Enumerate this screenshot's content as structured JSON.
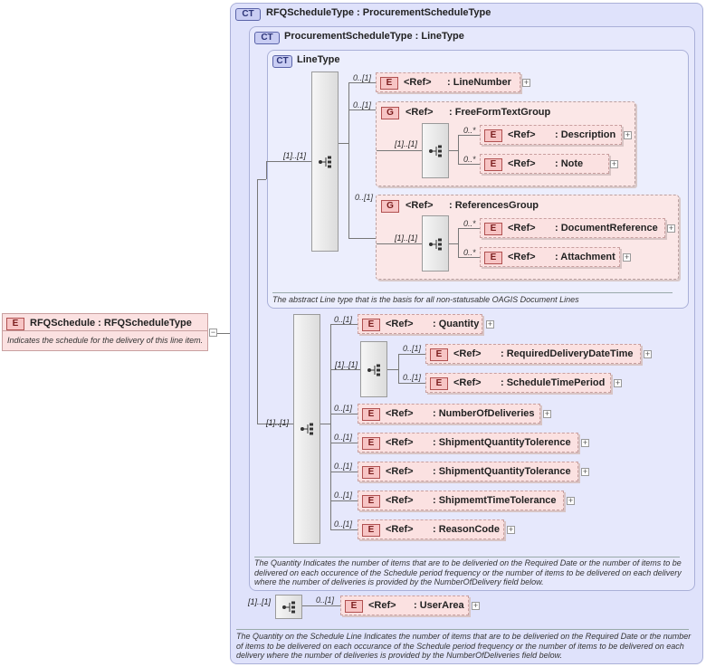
{
  "root": {
    "tag": "E",
    "name": "RFQSchedule : RFQScheduleType",
    "doc": "Indicates the schedule for the delivery of this line item."
  },
  "ct1": {
    "tag": "CT",
    "title": "RFQScheduleType : ProcurementScheduleType",
    "doc": "The Quantity on the Schedule Line Indicates the number of items that are to be deliveried on the Required Date or the number of items to be delivered on each occurance of the Schedule period frequency or the number of items to be delivered on each delivery where the number of deliveries is provided by the NumberOfDeliveries field below."
  },
  "ct2": {
    "tag": "CT",
    "title": "ProcurementScheduleType : LineType",
    "doc": "The Quantity Indicates the number of items that are to be deliveried on the Required Date or the number of items to be delivered on each occurence of the Schedule period frequency or the number of items to be delivered on each delivery where the number of deliveries is provided by the NumberOfDelivery field below."
  },
  "ct3": {
    "tag": "CT",
    "title": "LineType",
    "doc": "The abstract Line type that is the basis for all non-statusable OAGIS Document Lines"
  },
  "ref": "<Ref>",
  "elements": {
    "lineNumber": {
      "tag": "E",
      "name": ": LineNumber",
      "card": "0..[1]"
    },
    "freeFormTextGroup": {
      "tag": "G",
      "name": ": FreeFormTextGroup",
      "card": "0..[1]"
    },
    "description": {
      "tag": "E",
      "name": ": Description",
      "card": "0..*"
    },
    "note": {
      "tag": "E",
      "name": ": Note",
      "card": "0..*"
    },
    "referencesGroup": {
      "tag": "G",
      "name": ": ReferencesGroup",
      "card": "0..[1]"
    },
    "documentReference": {
      "tag": "E",
      "name": ": DocumentReference",
      "card": "0..*"
    },
    "attachment": {
      "tag": "E",
      "name": ": Attachment",
      "card": "0..*"
    },
    "quantity": {
      "tag": "E",
      "name": ": Quantity",
      "card": "0..[1]"
    },
    "requiredDeliveryDateTime": {
      "tag": "E",
      "name": ": RequiredDeliveryDateTime",
      "card": "0..[1]"
    },
    "scheduleTimePeriod": {
      "tag": "E",
      "name": ": ScheduleTimePeriod",
      "card": "0..[1]"
    },
    "numberOfDeliveries": {
      "tag": "E",
      "name": ": NumberOfDeliveries",
      "card": "0..[1]"
    },
    "shipmentQuantityTolerence": {
      "tag": "E",
      "name": ": ShipmentQuantityTolerence",
      "card": "0..[1]"
    },
    "shipmentQuantityTolerance": {
      "tag": "E",
      "name": ": ShipmentQuantityTolerance",
      "card": "0..[1]"
    },
    "shipmemtTimeTolerance": {
      "tag": "E",
      "name": ": ShipmemtTimeTolerance",
      "card": "0..[1]"
    },
    "reasonCode": {
      "tag": "E",
      "name": ": ReasonCode",
      "card": "0..[1]"
    },
    "userArea": {
      "tag": "E",
      "name": ": UserArea",
      "card": "0..[1]"
    }
  },
  "sequences": {
    "lineSeq": "[1]..[1]",
    "groupSeq1": "[1]..[1]",
    "groupSeq2": "[1]..[1]",
    "procSeq": "[1]..[1]",
    "choiceSeq": "[1]..[1]",
    "userSeq": "[1]..[1]"
  },
  "icons": {
    "sequence": "sequence-icon",
    "expand": "plus-box-icon"
  },
  "colors": {
    "element": "#fbe1e1",
    "complexType": "#dfe2fb",
    "border": "#c9a0a0"
  }
}
